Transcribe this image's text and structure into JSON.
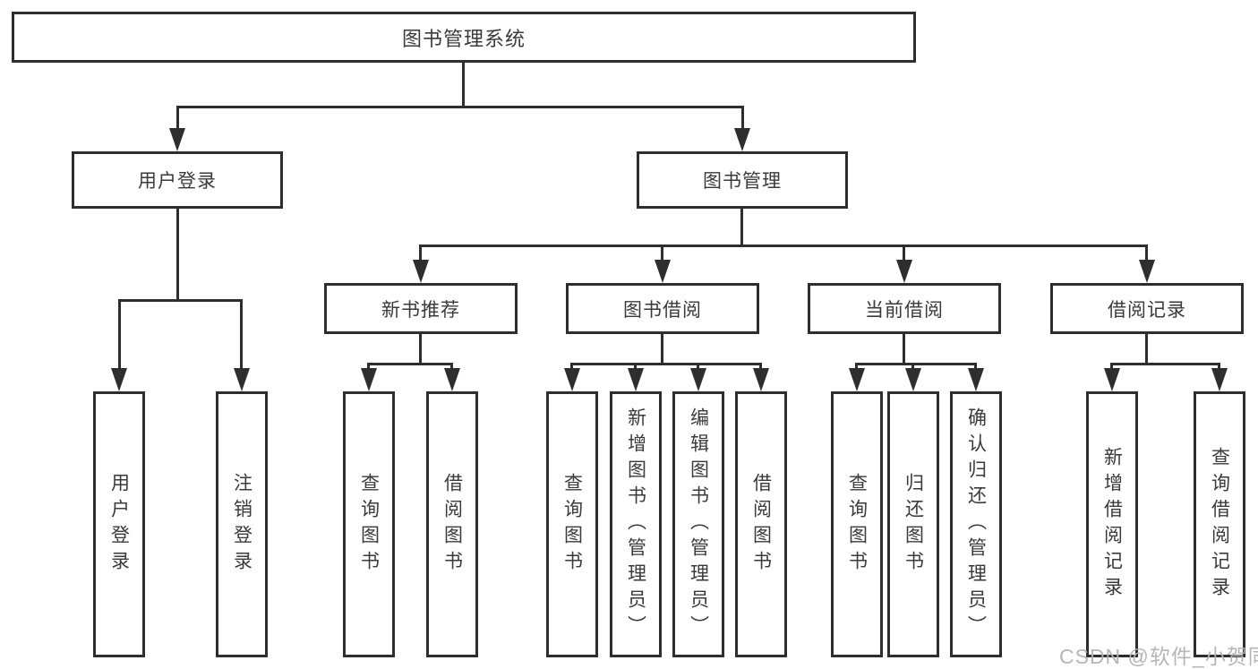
{
  "title": {
    "label": "图书管理系统"
  },
  "level2": [
    {
      "label": "用户登录"
    },
    {
      "label": "图书管理"
    }
  ],
  "level3": [
    {
      "label": "新书推荐"
    },
    {
      "label": "图书借阅"
    },
    {
      "label": "当前借阅"
    },
    {
      "label": "借阅记录"
    }
  ],
  "leaves": [
    {
      "label": "用户登录"
    },
    {
      "label": "注销登录"
    },
    {
      "label": "查询图书"
    },
    {
      "label": "借阅图书"
    },
    {
      "label": "查询图书"
    },
    {
      "label": "新增图书（管理员）"
    },
    {
      "label": "编辑图书（管理员）"
    },
    {
      "label": "借阅图书"
    },
    {
      "label": "查询图书"
    },
    {
      "label": "归还图书"
    },
    {
      "label": "确认归还（管理员）"
    },
    {
      "label": "新增借阅记录"
    },
    {
      "label": "查询借阅记录"
    }
  ],
  "watermark": {
    "text": "CSDN @软件_小贺同学"
  },
  "colors": {
    "line": "#2e2e2e",
    "text": "#3a3a3a",
    "watermark": "#b2b2b2",
    "background": "#ffffff"
  }
}
